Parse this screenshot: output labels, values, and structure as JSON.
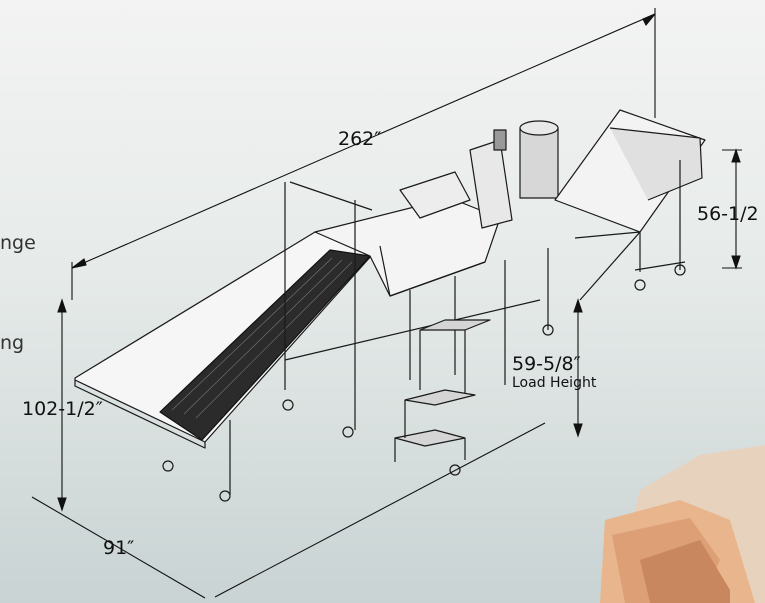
{
  "dimensions": {
    "overall_length": "262″",
    "incline_height": "56-1/2",
    "total_height": "102-1/2″",
    "width": "91″",
    "load_height_value": "59-5/8″",
    "load_height_label": "Load Height"
  },
  "left_text_fragments": [
    "nge",
    "ng"
  ]
}
